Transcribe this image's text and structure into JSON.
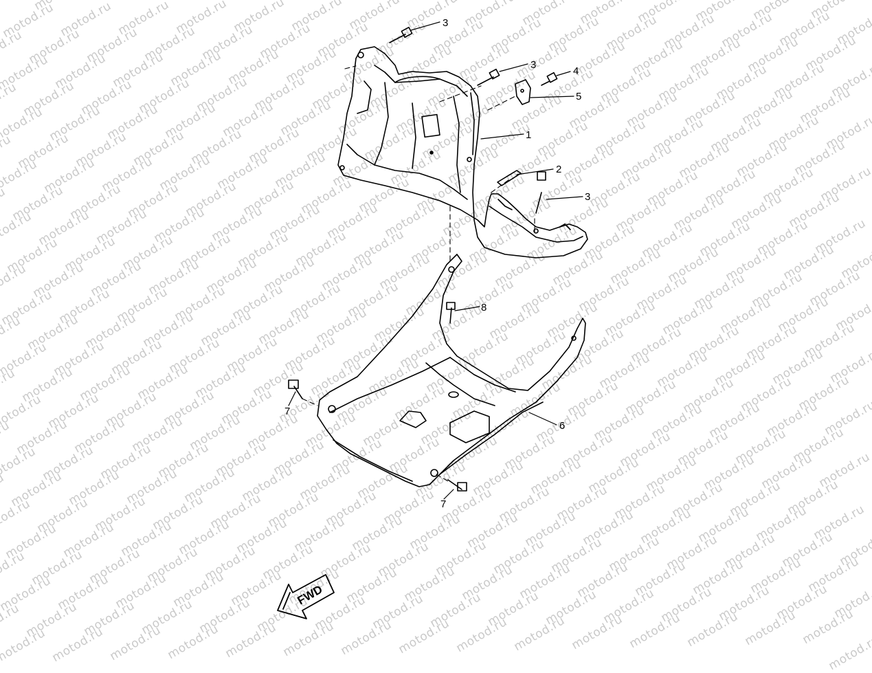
{
  "watermark": {
    "text": "motod.ru"
  },
  "callouts": [
    {
      "id": "c3a",
      "label": "3"
    },
    {
      "id": "c3b",
      "label": "3"
    },
    {
      "id": "c4",
      "label": "4"
    },
    {
      "id": "c5",
      "label": "5"
    },
    {
      "id": "c1",
      "label": "1"
    },
    {
      "id": "c2",
      "label": "2"
    },
    {
      "id": "c3c",
      "label": "3"
    },
    {
      "id": "c8",
      "label": "8"
    },
    {
      "id": "c6",
      "label": "6"
    },
    {
      "id": "c7a",
      "label": "7"
    },
    {
      "id": "c7b",
      "label": "7"
    }
  ],
  "direction_arrow": {
    "label": "FWD"
  }
}
